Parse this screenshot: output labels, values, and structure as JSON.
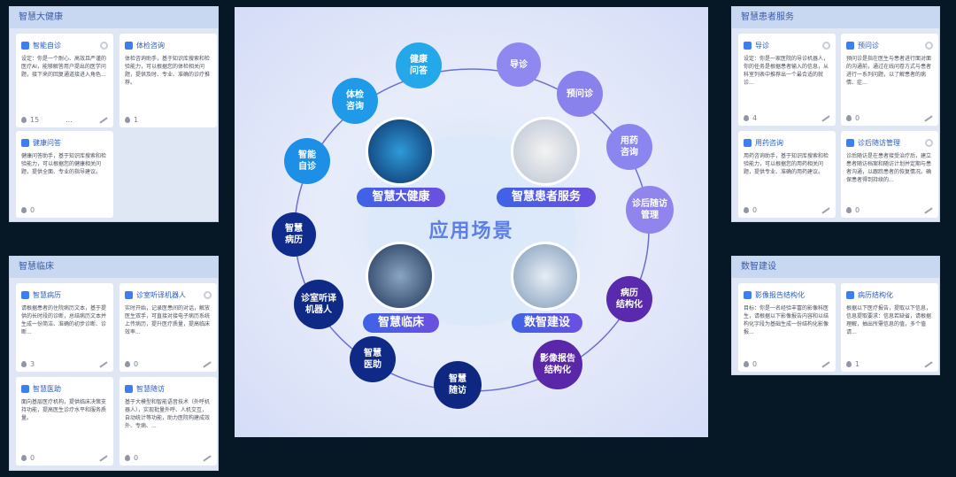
{
  "panels": {
    "health": {
      "title": "智慧大健康",
      "cards": [
        {
          "title": "智能自诊",
          "desc": "设定：你是一个耐心、高效且严谨的医疗AI，能够解答用户提出的医学问题，接下来的回复通道接进入角色...",
          "count": "15",
          "extra": "..."
        },
        {
          "title": "体检咨询",
          "desc": "体检咨询助手，基于知识库搜索和检验能力，可以根据您的体检相关问题，提供及时、专业、准确的诊疗推荐。",
          "count": "1",
          "extra": ""
        },
        {
          "title": "健康问答",
          "desc": "健康问答助手，基于知识库搜索和检验能力，可以根据您的健康相关问题，提供全面、专业的指导建议。",
          "count": "0",
          "extra": ""
        }
      ]
    },
    "patient": {
      "title": "智慧患者服务",
      "cards": [
        {
          "title": "导诊",
          "desc": "设定：你是一家医院的导诊机器人，你的任务是根据患者输入的信息，从科室列表中推荐出一个最合适的就诊...",
          "count": "4"
        },
        {
          "title": "预问诊",
          "desc": "预问诊是指在医生与患者进行面对面的沟通前，通过在线问卷方式与患者进行一系列问题，以了解患者的病情、症...",
          "count": "0"
        },
        {
          "title": "用药咨询",
          "desc": "用药咨询助手，基于知识库搜索和检验能力，可以根据您的用药相关问题，提供专业、准确的用药建议。",
          "count": "0"
        },
        {
          "title": "诊后随访管理",
          "desc": "诊后随访是在患者接受治疗后，建立患者随访档案和随访计划并定期与患者沟通，以跟踪患者的恢复情况。确保患者得到持续的...",
          "count": "0"
        }
      ]
    },
    "clinical": {
      "title": "智慧临床",
      "cards": [
        {
          "title": "智慧病历",
          "desc": "请根据患者的住院病历文本，基于提供的长时段的诊断，总结病历文本并生成一份简洁、准确的初步诊断、诊断...",
          "count": "3"
        },
        {
          "title": "诊室听译机器人",
          "desc": "实时开始，记录医患间的对话，解放医生双手，可直接对接电子病历系统上传病历，提升医疗质量，提高临床效率...",
          "count": "0"
        },
        {
          "title": "智慧医助",
          "desc": "面向基层医疗机构，提供临床决策支持功能，提高医生诊疗水平和服务质量。",
          "count": "0"
        },
        {
          "title": "智慧随访",
          "desc": "基于大模型和智能语音技术（外呼机器人），实现批量外呼、人机交互，自动统计等功能，助力医院构建成效外、专病、...",
          "count": "0"
        }
      ]
    },
    "digital": {
      "title": "数智建设",
      "cards": [
        {
          "title": "影像报告结构化",
          "desc": "目标：你是一名经验丰富的影像科医生，请根据以下影像报告内容和以结构化字段为基础生成一份结构化影像报...",
          "count": "0"
        },
        {
          "title": "病历结构化",
          "desc": "根据以下医疗报告，提取以下信息，信息提取要求：信息若缺省，请根据理解，抽出所需信息的值，多个值请...",
          "count": "1"
        }
      ]
    }
  },
  "diagram": {
    "center_title": "应用场景",
    "pills": {
      "health": "智慧大健康",
      "patient": "智慧患者服务",
      "clinical": "智慧临床",
      "digital": "数智建设"
    },
    "bubbles": [
      {
        "label": "健康\n问答",
        "color": "#25a8ea"
      },
      {
        "label": "体检\n咨询",
        "color": "#1e9ae8"
      },
      {
        "label": "智能\n自诊",
        "color": "#1d8fe6"
      },
      {
        "label": "智慧\n病历",
        "color": "#0f2b8c"
      },
      {
        "label": "诊室听译\n机器人",
        "color": "#0e2a86"
      },
      {
        "label": "智慧\n医助",
        "color": "#0f2986"
      },
      {
        "label": "智慧\n随访",
        "color": "#0e2882"
      },
      {
        "label": "影像报告\n结构化",
        "color": "#5a27a8"
      },
      {
        "label": "病历\n结构化",
        "color": "#5a2aae"
      },
      {
        "label": "诊后随访\n管理",
        "color": "#8f85ec"
      },
      {
        "label": "用药\n咨询",
        "color": "#8b86ef"
      },
      {
        "label": "预问诊",
        "color": "#8a82ec"
      },
      {
        "label": "导诊",
        "color": "#8f88f0"
      }
    ]
  }
}
